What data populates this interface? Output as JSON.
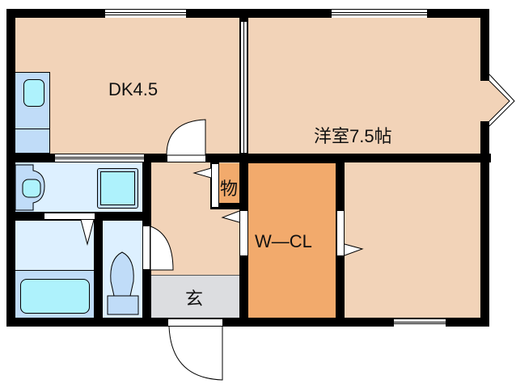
{
  "floorplan": {
    "rooms": {
      "dk": {
        "label": "DK4.5",
        "color": "#f2d3b8"
      },
      "western_room": {
        "label": "洋室7.5帖",
        "color": "#f2d3b8"
      },
      "walk_in_closet": {
        "label": "W—CL",
        "color": "#f2aa6c"
      },
      "storage": {
        "label": "物",
        "color": "#f2aa6c"
      },
      "entrance": {
        "label": "玄",
        "color": "#dcdde0"
      },
      "hall": {
        "color": "#f2d3b8"
      },
      "washroom": {
        "color": "#ddf0ff"
      },
      "bathroom": {
        "color": "#ddf0ff"
      },
      "toilet": {
        "color": "#ddf0ff"
      }
    },
    "fixture_colors": {
      "fixture_blue": "#c0dcf8",
      "fixture_cyan": "#aef2fc",
      "wall": "#000000"
    }
  }
}
